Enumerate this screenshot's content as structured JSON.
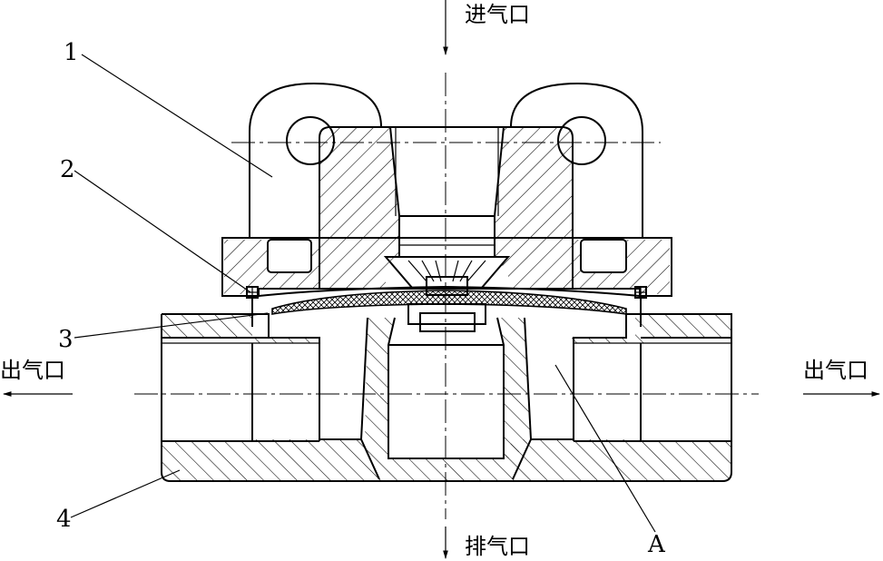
{
  "labels": {
    "inlet": "进气口",
    "exhaust": "排气口",
    "outlet_left": "出气口",
    "outlet_right": "出气口",
    "part_1": "1",
    "part_2": "2",
    "part_3": "3",
    "part_4": "4",
    "chamber_a": "A"
  }
}
